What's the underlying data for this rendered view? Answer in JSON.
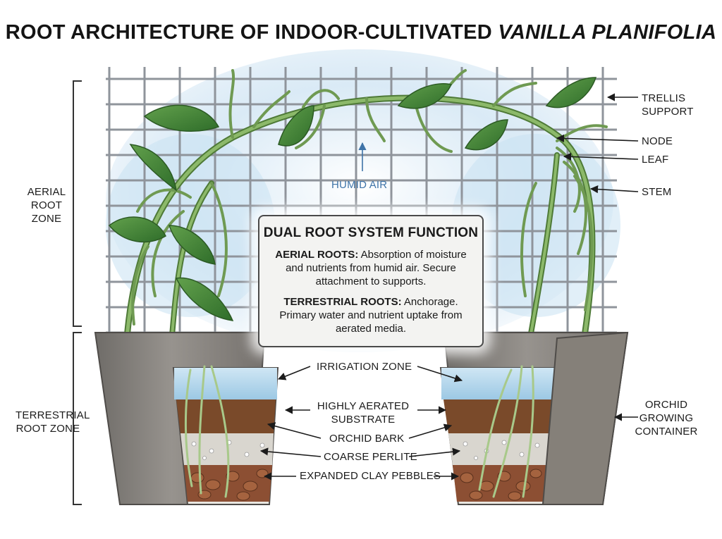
{
  "title": {
    "main": "ROOT ARCHITECTURE OF INDOOR-CULTIVATED",
    "species": "VANILLA PLANIFOLIA"
  },
  "zones": {
    "aerial": "AERIAL ROOT ZONE",
    "terrestrial": "TERRESTRIAL ROOT ZONE"
  },
  "labels": {
    "trellis": "TRELLIS SUPPORT",
    "node": "NODE",
    "leaf": "LEAF",
    "stem": "STEM",
    "humid_air": "HUMID AIR",
    "container": "ORCHID GROWING CONTAINER",
    "irrigation": "IRRIGATION ZONE",
    "substrate": "HIGHLY AERATED SUBSTRATE",
    "bark": "ORCHID BARK",
    "perlite": "COARSE PERLITE",
    "clay": "EXPANDED CLAY PEBBLES"
  },
  "infobox": {
    "heading": "DUAL ROOT SYSTEM FUNCTION",
    "aerial_term": "AERIAL ROOTS:",
    "aerial_text": "Absorption of moisture and nutrients from humid air. Secure attachment to supports.",
    "terrestrial_term": "TERRESTRIAL ROOTS:",
    "terrestrial_text": "Anchorage. Primary water and nutrient uptake from aerated media."
  },
  "colors": {
    "leaf": "#4c8a3c",
    "stem": "#7aa35c",
    "trellis": "#8a8f96",
    "pot": "#8b8782",
    "water": "#a9d2ea",
    "bark": "#7a4a2a",
    "clay": "#8c4f33",
    "air": "#bcd9ee"
  }
}
